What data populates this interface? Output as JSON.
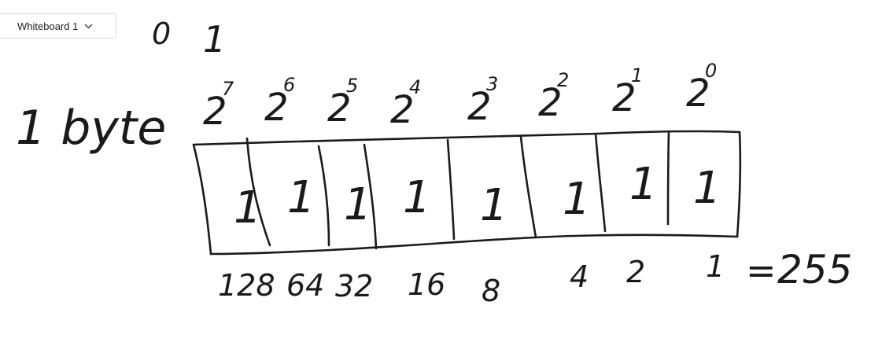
{
  "toolbar": {
    "whiteboard_label": "Whiteboard 1",
    "chevron_icon": "chevron-down-icon"
  },
  "whiteboard": {
    "binary_digits": [
      "0",
      "1"
    ],
    "title": "1 byte",
    "powers": [
      {
        "base": "2",
        "exp": "7"
      },
      {
        "base": "2",
        "exp": "6"
      },
      {
        "base": "2",
        "exp": "5"
      },
      {
        "base": "2",
        "exp": "4"
      },
      {
        "base": "2",
        "exp": "3"
      },
      {
        "base": "2",
        "exp": "2"
      },
      {
        "base": "2",
        "exp": "1"
      },
      {
        "base": "2",
        "exp": "0"
      }
    ],
    "bits": [
      "1",
      "1",
      "1",
      "1",
      "1",
      "1",
      "1",
      "1"
    ],
    "place_values": [
      "128",
      "64",
      "32",
      "16",
      "8",
      "4",
      "2",
      "1"
    ],
    "equals": "=",
    "total": "255"
  }
}
